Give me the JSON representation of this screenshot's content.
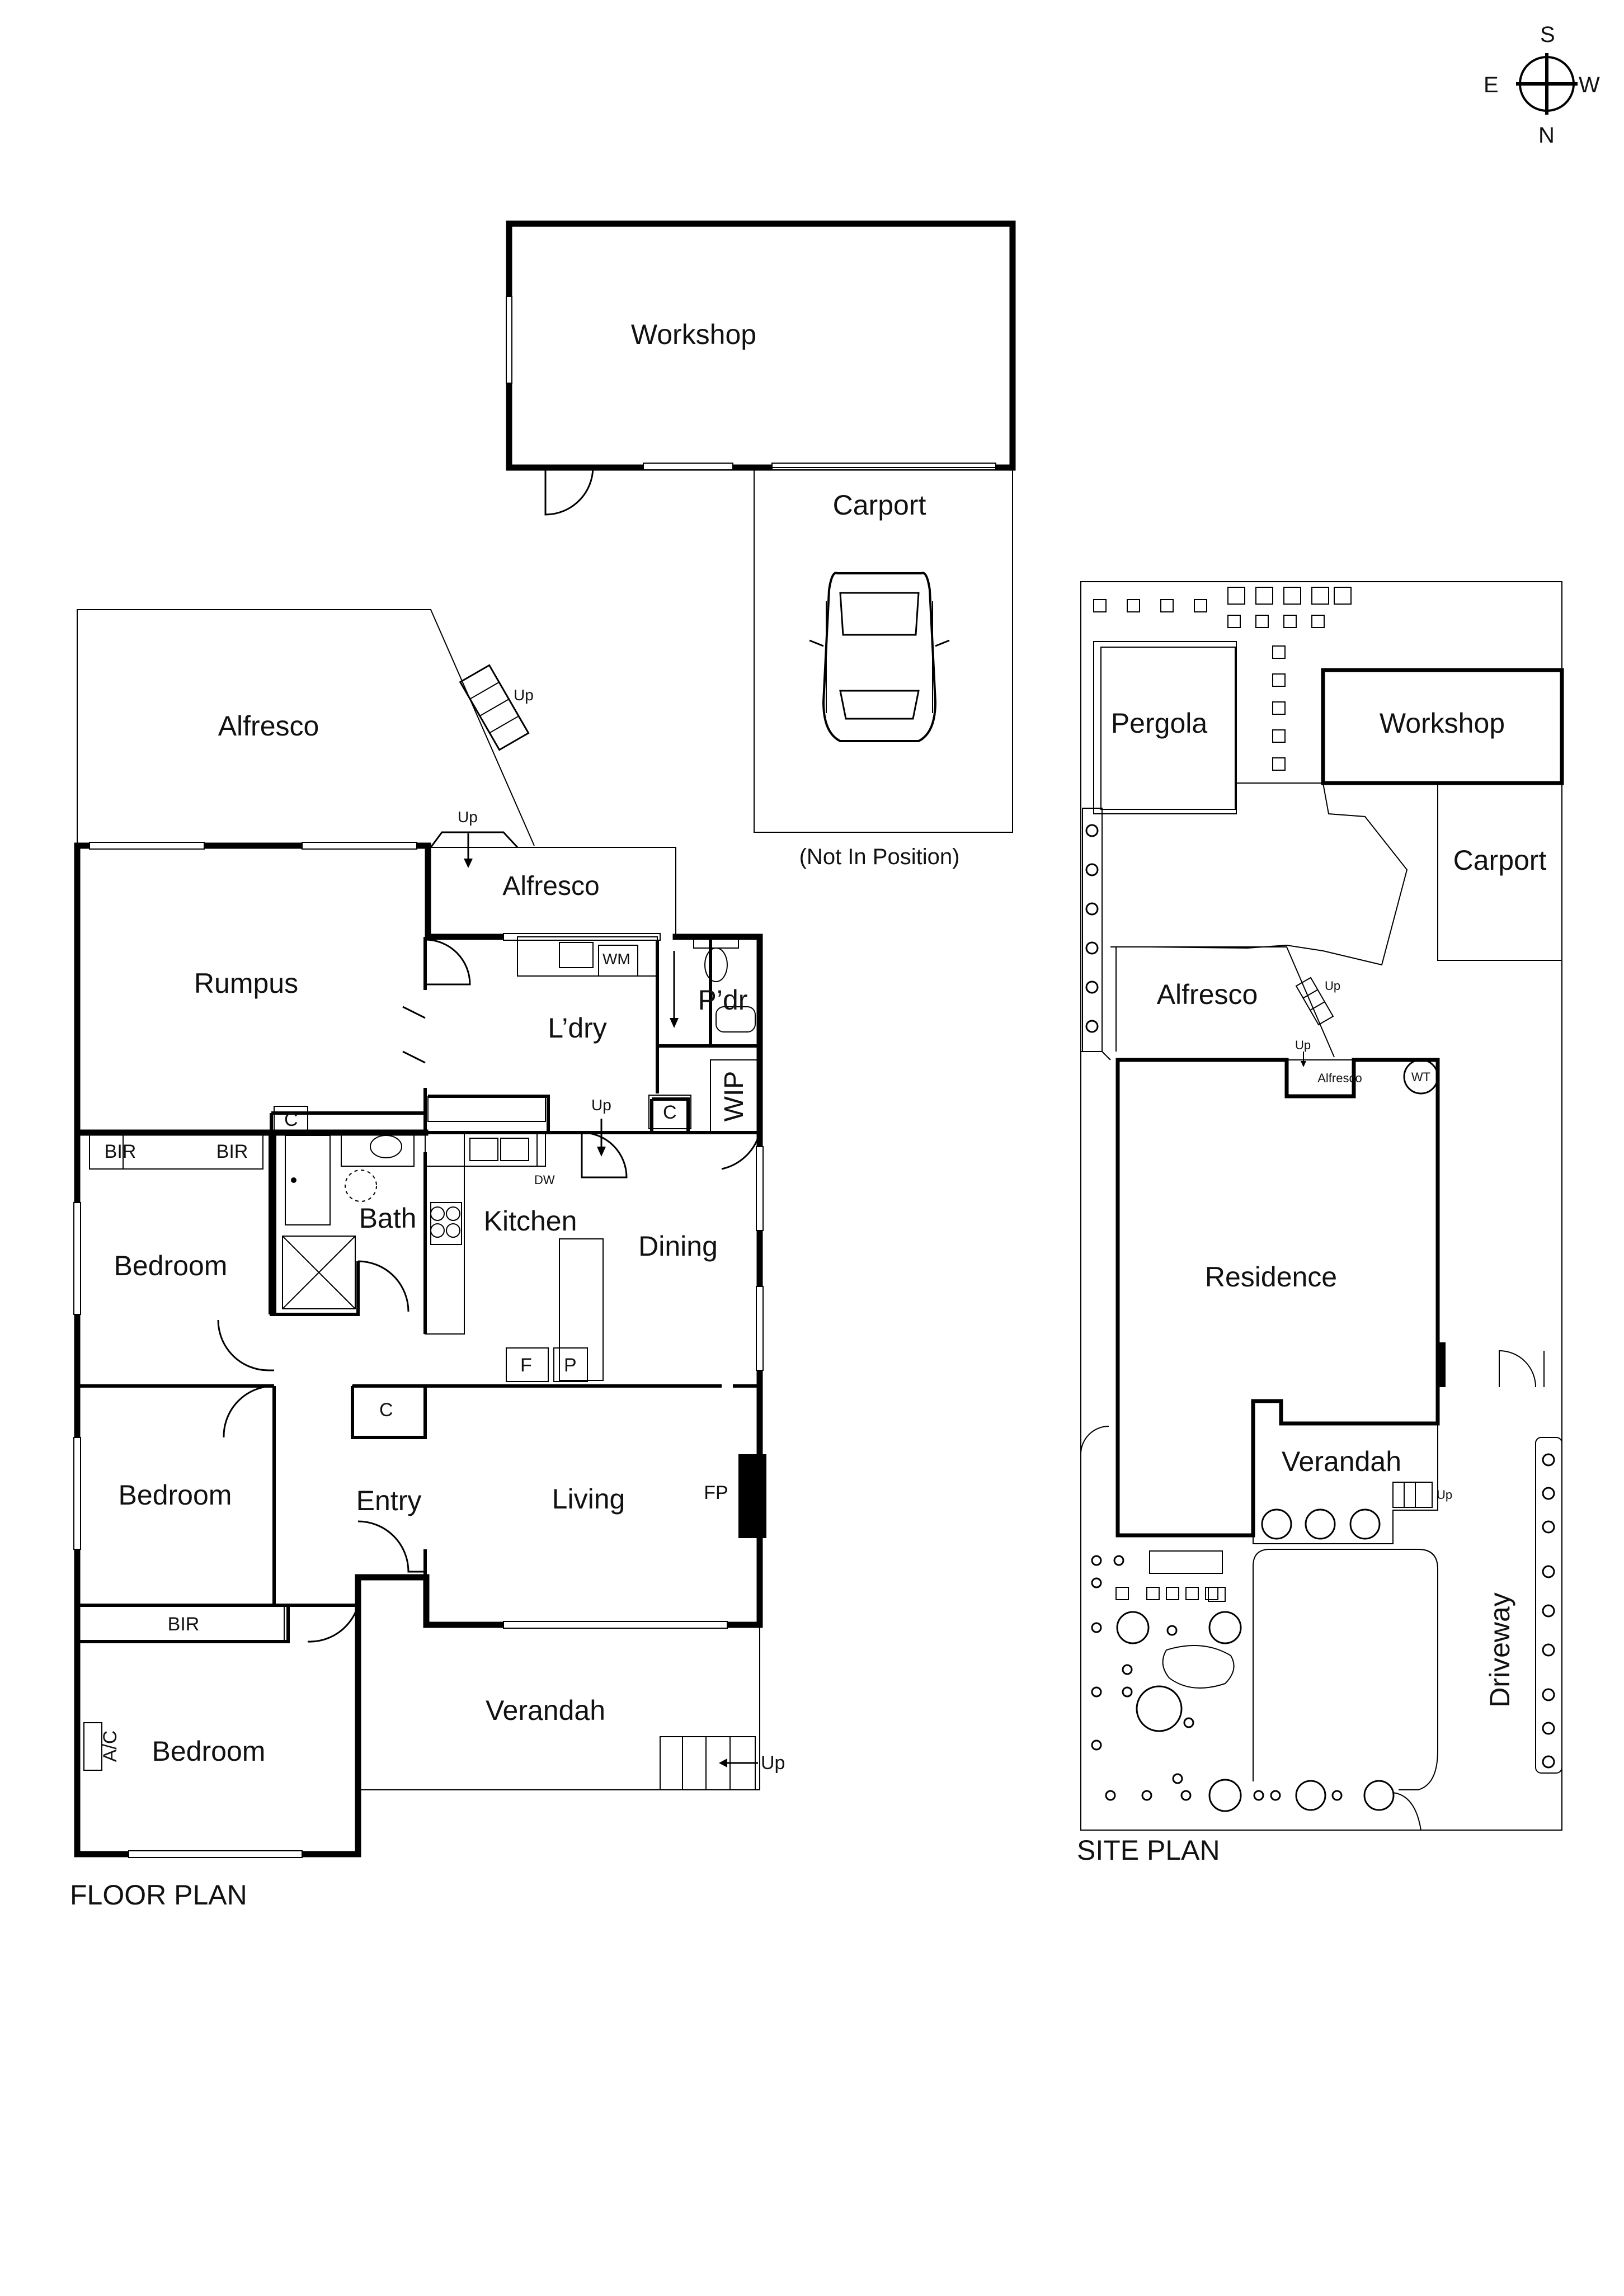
{
  "compass": {
    "south": "S",
    "east": "E",
    "west": "W",
    "north": "N"
  },
  "floor_plan": {
    "title": "FLOOR PLAN",
    "rooms": {
      "workshop": "Workshop",
      "carport": "Carport",
      "not_in_position": "(Not In Position)",
      "alfresco_outer": "Alfresco",
      "alfresco_inner": "Alfresco",
      "rumpus": "Rumpus",
      "laundry": "L’dry",
      "powder": "P’dr",
      "wip": "WIP",
      "bath": "Bath",
      "kitchen": "Kitchen",
      "dining": "Dining",
      "bedroom_1": "Bedroom",
      "bedroom_2": "Bedroom",
      "bedroom_3": "Bedroom",
      "entry": "Entry",
      "living": "Living",
      "verandah": "Verandah"
    },
    "fixtures": {
      "wm": "WM",
      "dw": "DW",
      "bir_1": "BIR",
      "bir_2": "BIR",
      "bir_3": "BIR",
      "c_1": "C",
      "c_2": "C",
      "c_3": "C",
      "f": "F",
      "p": "P",
      "fp": "FP",
      "ac": "A/C"
    },
    "stairs": {
      "up_1": "Up",
      "up_2": "Up",
      "up_3": "Up",
      "up_4": "Up"
    }
  },
  "site_plan": {
    "title": "SITE PLAN",
    "labels": {
      "pergola": "Pergola",
      "workshop": "Workshop",
      "carport": "Carport",
      "alfresco": "Alfresco",
      "alfresco_small": "Alfresco",
      "wt": "WT",
      "residence": "Residence",
      "verandah": "Verandah",
      "driveway": "Driveway",
      "up_1": "Up",
      "up_2": "Up",
      "up_3": "Up"
    }
  }
}
